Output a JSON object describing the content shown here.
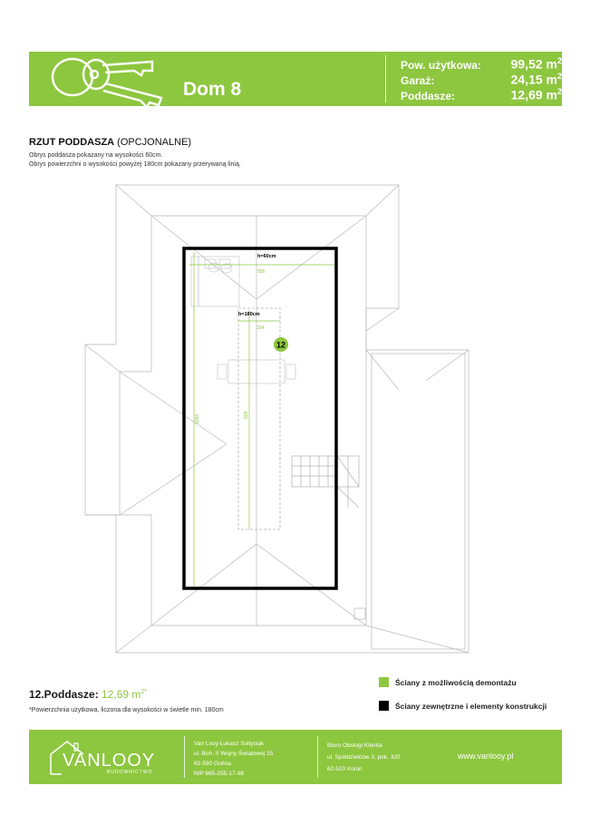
{
  "header": {
    "title": "Dom 8",
    "stats": [
      {
        "label": "Pow. użytkowa:",
        "value": "99,52 m",
        "unit_sup": "2"
      },
      {
        "label": "Garaż:",
        "value": "24,15 m",
        "unit_sup": "2"
      },
      {
        "label": "Poddasze:",
        "value": "12,69 m",
        "unit_sup": "2"
      }
    ]
  },
  "plan": {
    "title_bold": "RZUT PODDASZA",
    "title_rest": " (OPCJONALNE)",
    "desc1": "Obrys poddasza pokazany na wysokości 60cm.",
    "desc2": "Obrys powierzchni o wysokości powyżej 180cm pokazany przerywaną linią.",
    "h60": "h=60cm",
    "h180": "h=180cm",
    "dim_556": "556",
    "dim_154": "154",
    "dim_1256": "1256",
    "dim_828": "828",
    "room_num": "12"
  },
  "room": {
    "label": "12.Poddasze:",
    "value": "12,69 m",
    "value_sup": "2*",
    "footnote": "*Powierzchnia użytkowa, liczona dla wysokości w świetle min. 180cm"
  },
  "legend": [
    {
      "label": "Ściany z możliwością demontażu",
      "color": "#8dc63f"
    },
    {
      "label": "Ściany zewnętrzne i elementy konstrukcji",
      "color": "#000000"
    }
  ],
  "footer": {
    "brand": "VANLOOY",
    "brand_sub": "BUDOWNICTWO",
    "company": [
      "Van Looy Łukasz Sołtysiak",
      "ul. Boh. II Wojny Światowej 15",
      "62-590 Golina",
      "NIP 665-255-17-98"
    ],
    "office": [
      "Biuro Obsługi Klienta",
      "ul. Spółdzielców 3, pok. 320",
      "62-510 Konin"
    ],
    "website": "www.vanlooy.pl"
  },
  "colors": {
    "accent": "#8dc63f"
  }
}
